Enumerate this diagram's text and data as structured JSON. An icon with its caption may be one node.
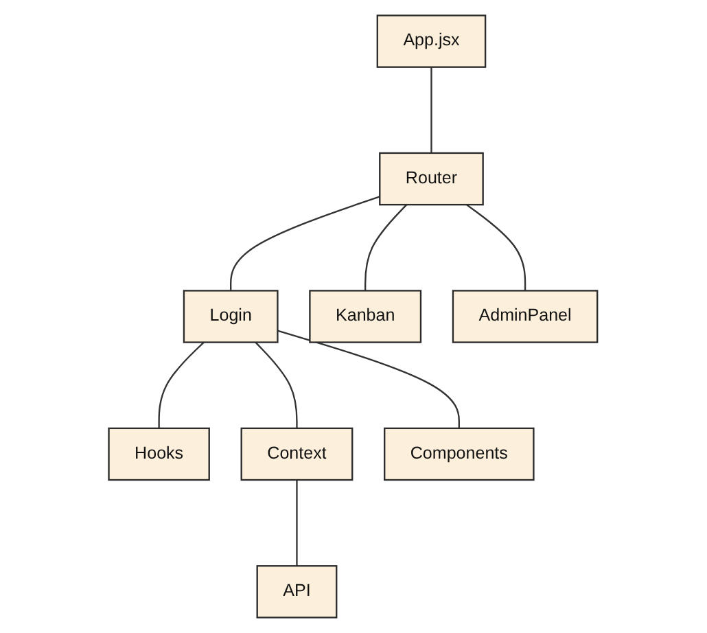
{
  "diagram": {
    "nodes": [
      {
        "text": [
          "App.jsx"
        ]
      },
      {
        "text": [
          "Router"
        ]
      },
      {
        "text": [
          "Login"
        ]
      },
      {
        "text": [
          "Kanban"
        ]
      },
      {
        "text": [
          "AdminPanel"
        ]
      },
      {
        "text": [
          "Hooks"
        ]
      },
      {
        "text": [
          "Context"
        ]
      },
      {
        "text": [
          "Components"
        ]
      },
      {
        "text": [
          "API"
        ]
      }
    ],
    "edges": [
      {
        "from": 0,
        "to": 1,
        "arrow": "none"
      },
      {
        "from": 1,
        "to": 2,
        "arrow": "none"
      },
      {
        "from": 1,
        "to": 3,
        "arrow": "none"
      },
      {
        "from": 1,
        "to": 4,
        "arrow": "none"
      },
      {
        "from": 2,
        "to": 5,
        "arrow": "none"
      },
      {
        "from": 2,
        "to": 6,
        "arrow": "none"
      },
      {
        "from": 2,
        "to": 7,
        "arrow": "none"
      },
      {
        "from": 6,
        "to": 8,
        "arrow": "none"
      }
    ]
  }
}
